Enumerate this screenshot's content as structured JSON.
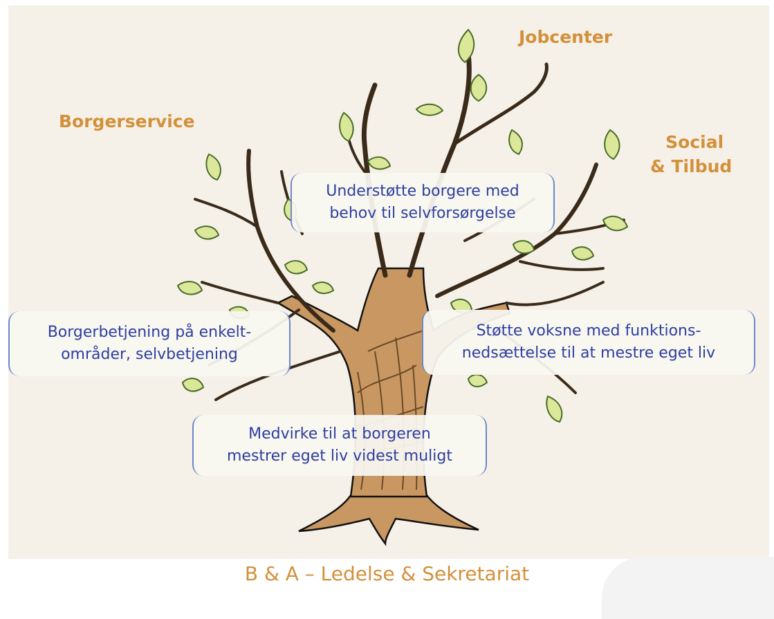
{
  "departments": {
    "jobcenter": "Jobcenter",
    "borgerservice": "Borgerservice",
    "social_line1": "Social",
    "social_line2": "& Tilbud"
  },
  "boxes": {
    "top": {
      "line1": "Understøtte borgere med",
      "line2": "behov til selvforsørgelse"
    },
    "left": {
      "line1": "Borgerbetjening på enkelt-",
      "line2": "områder, selvbetjening"
    },
    "right": {
      "line1": "Støtte voksne med funktions-",
      "line2": "nedsættelse til at mestre eget liv"
    },
    "bottom": {
      "line1": "Medvirke til at borgeren",
      "line2": "mestrer eget liv videst muligt"
    }
  },
  "footer": "B & A – Ledelse & Sekretariat",
  "colors": {
    "department_text": "#d3903a",
    "box_text": "#2e3ea0",
    "box_border": "#6a88c8",
    "trunk_fill": "#c99862",
    "leaf_fill": "#dbe89a",
    "background": "#f6f1e8"
  }
}
